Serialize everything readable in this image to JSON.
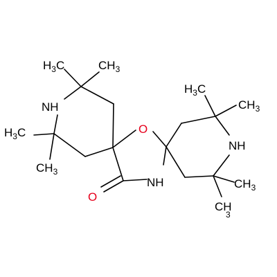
{
  "molecule": {
    "labels": {
      "nh_left": "NH",
      "o_ring": "O",
      "nh_lactam": "NH",
      "o_carbonyl": "O",
      "nh_right": "NH"
    },
    "methyl": {
      "group": "CH",
      "h": "H",
      "subscript": "3"
    },
    "colors": {
      "bond": "#000000",
      "nitrogen": "#000000",
      "oxygen": "#e6001c",
      "methyl": "#000000"
    }
  }
}
